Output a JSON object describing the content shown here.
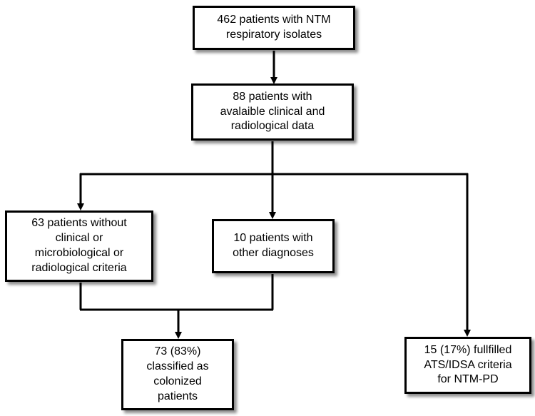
{
  "flowchart": {
    "top": "462 patients with NTM\nrespiratory isolates",
    "second": "88 patients with\navalaible clinical and\nradiological data",
    "left": "63 patients without\nclinical or\nmicrobiological or\nradiological criteria",
    "middle": "10 patients with\nother diagnoses",
    "bottom": "73 (83%)\nclassified as\ncolonized\npatients",
    "right": "15 (17%) fullfilled\nATS/IDSA criteria\nfor NTM-PD"
  }
}
